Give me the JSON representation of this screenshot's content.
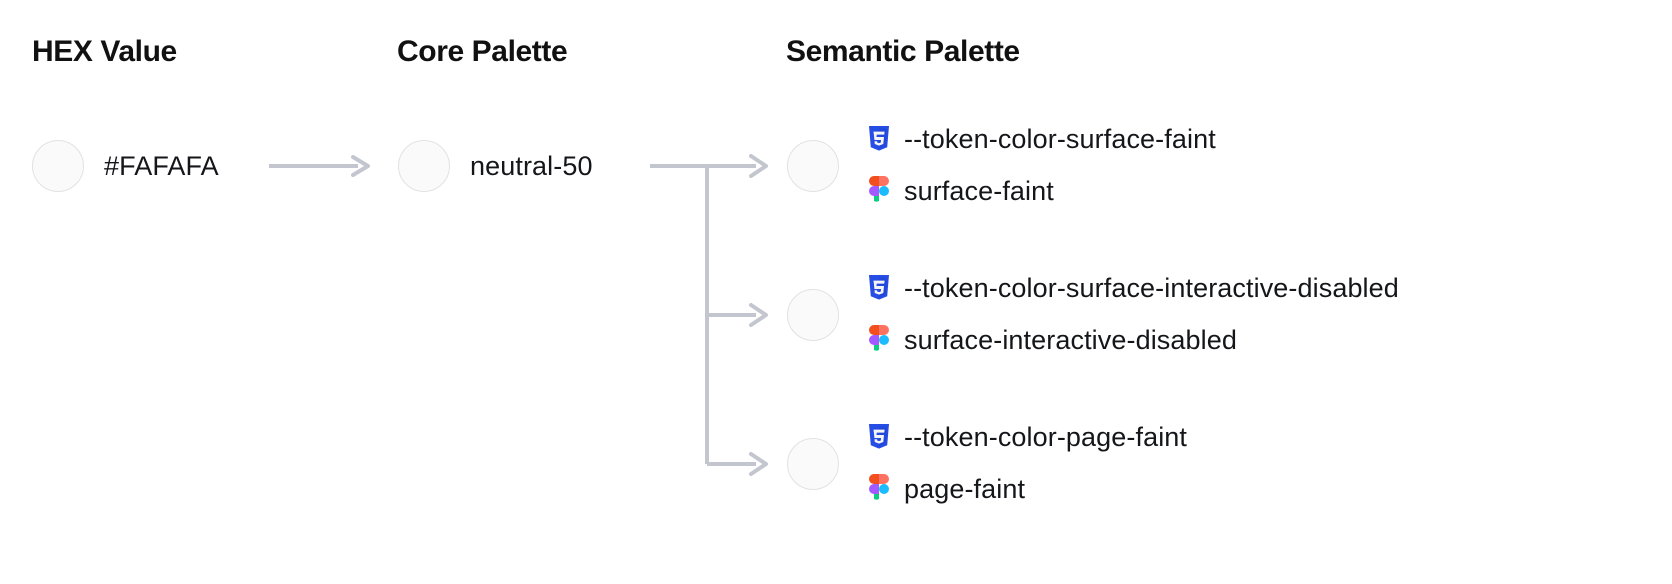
{
  "headings": {
    "hex": "HEX Value",
    "core": "Core Palette",
    "semantic": "Semantic Palette"
  },
  "colors": {
    "swatch_fill": "#FAFAFA",
    "swatch_border": "#E2E2E6",
    "connector": "#C3C6CE",
    "text": "#15161A",
    "heading_text": "#111111",
    "css_icon_blue": "#264DE4",
    "css_icon_inner": "#F5F5F5",
    "figma_orange": "#F24E1E",
    "figma_red": "#FF7262",
    "figma_purple": "#A259FF",
    "figma_blue": "#1ABCFE",
    "figma_green": "#0ACF83"
  },
  "hex_column": {
    "swatch_color": "#FAFAFA",
    "label": "#FAFAFA"
  },
  "core_column": {
    "swatch_color": "#FAFAFA",
    "label": "neutral-50"
  },
  "semantic_column": {
    "rows": [
      {
        "swatch_color": "#FAFAFA",
        "css_icon": "css3-icon",
        "css_token": "--token-color-surface-faint",
        "figma_icon": "figma-icon",
        "figma_token": "surface-faint"
      },
      {
        "swatch_color": "#FAFAFA",
        "css_icon": "css3-icon",
        "css_token": "--token-color-surface-interactive-disabled",
        "figma_icon": "figma-icon",
        "figma_token": "surface-interactive-disabled"
      },
      {
        "swatch_color": "#FAFAFA",
        "css_icon": "css3-icon",
        "css_token": "--token-color-page-faint",
        "figma_icon": "figma-icon",
        "figma_token": "page-faint"
      }
    ]
  },
  "connectors": {
    "hex_to_core": "arrow-right-icon",
    "core_to_semantic": "branching-arrow-icon"
  }
}
